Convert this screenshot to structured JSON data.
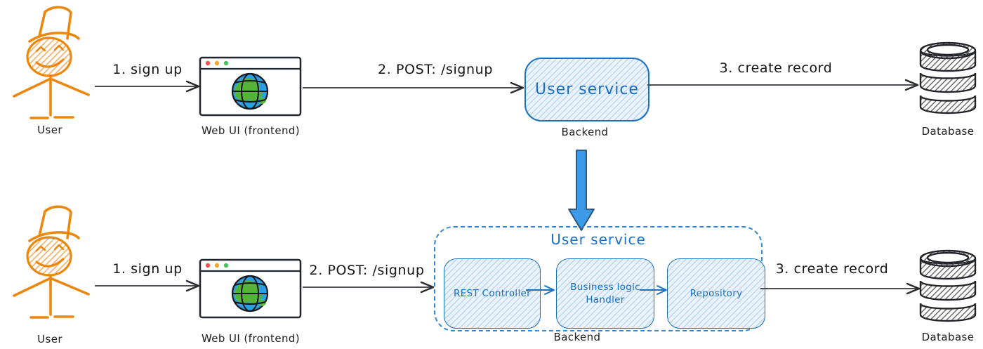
{
  "row1": {
    "user_label": "User",
    "step1_label": "1. sign up",
    "webui_label": "Web UI (frontend)",
    "step2_label": "2. POST: /signup",
    "service_box_label": "User service",
    "backend_label": "Backend",
    "step3_label": "3. create record",
    "database_label": "Database"
  },
  "row2": {
    "user_label": "User",
    "step1_label": "1. sign up",
    "webui_label": "Web UI (frontend)",
    "step2_label": "2. POST: /signup",
    "service_title": "User service",
    "components": [
      {
        "label": "REST Controller"
      },
      {
        "label": "Business logic Handler"
      },
      {
        "label": "Repository"
      }
    ],
    "backend_label": "Backend",
    "step3_label": "3. create record",
    "database_label": "Database"
  },
  "icons": {
    "user": "stick-figure-with-top-hat",
    "webui": "browser-window-with-globe",
    "database": "database-cylinder-stack",
    "expand": "thick-blue-down-arrow"
  },
  "colors": {
    "accent_blue": "#1971c2",
    "box_fill": "#eaf2fc",
    "expand_arrow_fill": "#3d9ae8",
    "sketch_orange": "#ec870e",
    "ink": "#1c1c21",
    "globe_blue": "#2d9fe3",
    "globe_green": "#55b338",
    "dot_red": "#ef5350",
    "dot_yellow": "#f5a623",
    "dot_green": "#49c25d"
  }
}
